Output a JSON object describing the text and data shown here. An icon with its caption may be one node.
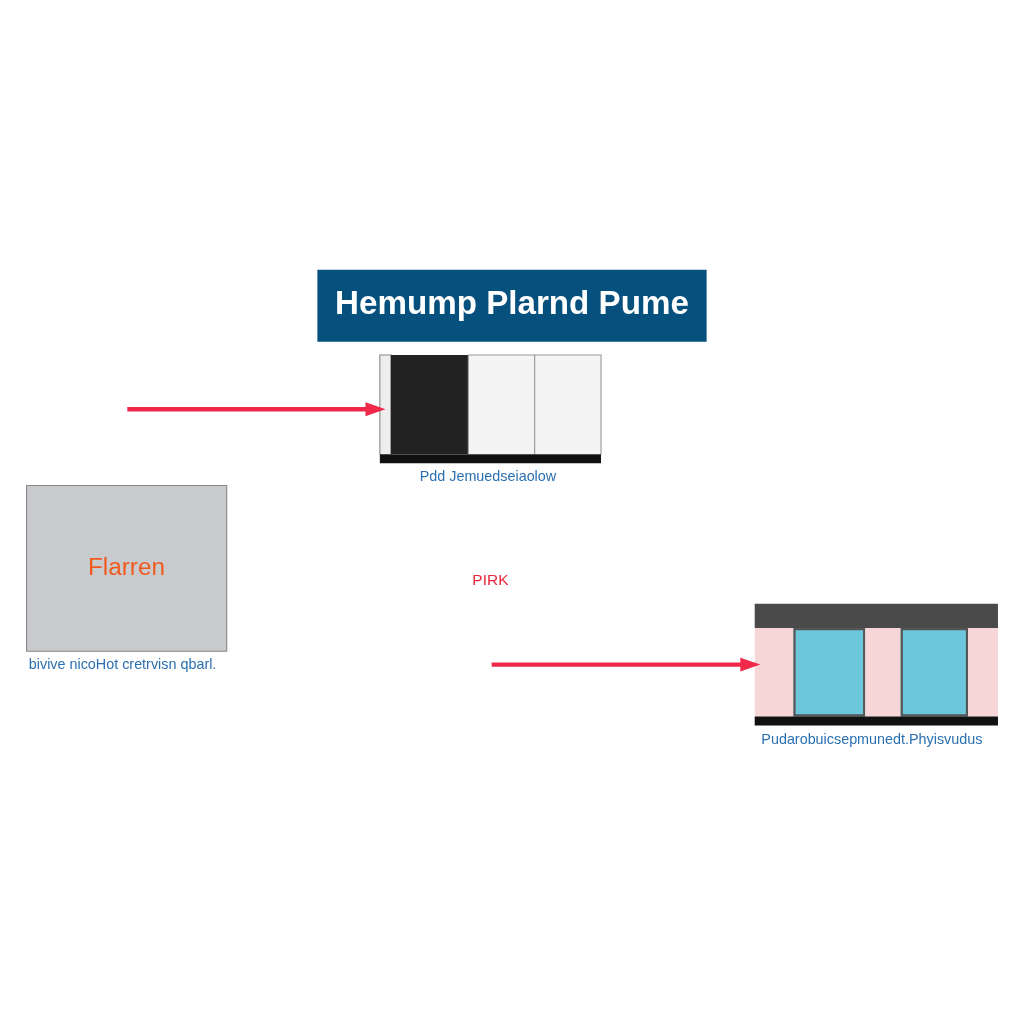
{
  "diagram": {
    "title": "Hemump Plarnd Pume",
    "nodes": [
      {
        "text": [
          "Flarren"
        ],
        "beside": [
          "bivive nicoHot cretrvisn qbarl."
        ]
      },
      {
        "text": [],
        "shape": "picture",
        "beside": [
          "Pudarobuicsepmunedt.Phyisvudus"
        ]
      },
      {
        "text": [],
        "shape": "picture",
        "beside": [
          "Pdd Jemuedseiaolow"
        ]
      }
    ],
    "edges": [
      {
        "from": null,
        "to": 1,
        "arrow": "to"
      },
      {
        "from": null,
        "to": 2,
        "arrow": "to"
      }
    ],
    "labels": [
      "PIRK"
    ]
  }
}
